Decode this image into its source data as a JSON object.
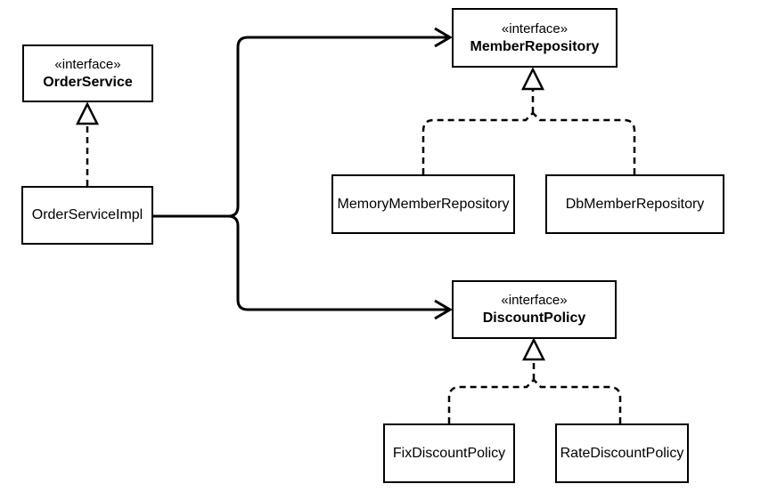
{
  "diagram": {
    "type": "uml-class-diagram",
    "colors": {
      "background": "#ffffff",
      "line": "#000000",
      "box_fill": "#ffffff",
      "text": "#000000"
    },
    "nodes": [
      {
        "id": "order-service",
        "stereotype": "«interface»",
        "name": "OrderService"
      },
      {
        "id": "order-service-impl",
        "name": "OrderServiceImpl"
      },
      {
        "id": "member-repository",
        "stereotype": "«interface»",
        "name": "MemberRepository"
      },
      {
        "id": "memory-member-repository",
        "name": "MemoryMemberRepository"
      },
      {
        "id": "db-member-repository",
        "name": "DbMemberRepository"
      },
      {
        "id": "discount-policy",
        "stereotype": "«interface»",
        "name": "DiscountPolicy"
      },
      {
        "id": "fix-discount-policy",
        "name": "FixDiscountPolicy"
      },
      {
        "id": "rate-discount-policy",
        "name": "RateDiscountPolicy"
      }
    ],
    "relationships": [
      {
        "from": "OrderServiceImpl",
        "to": "OrderService",
        "type": "realization"
      },
      {
        "from": "MemoryMemberRepository",
        "to": "MemberRepository",
        "type": "realization"
      },
      {
        "from": "DbMemberRepository",
        "to": "MemberRepository",
        "type": "realization"
      },
      {
        "from": "FixDiscountPolicy",
        "to": "DiscountPolicy",
        "type": "realization"
      },
      {
        "from": "RateDiscountPolicy",
        "to": "DiscountPolicy",
        "type": "realization"
      },
      {
        "from": "OrderServiceImpl",
        "to": "MemberRepository",
        "type": "dependency"
      },
      {
        "from": "OrderServiceImpl",
        "to": "DiscountPolicy",
        "type": "dependency"
      }
    ]
  }
}
